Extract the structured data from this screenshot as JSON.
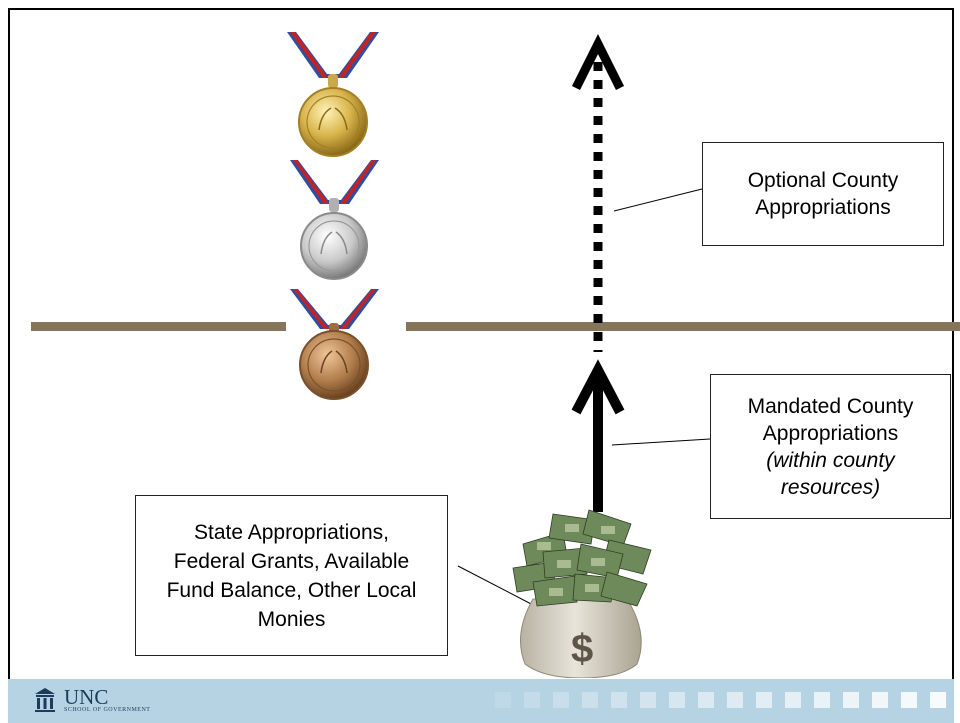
{
  "labels": {
    "optional": [
      "Optional County",
      "Appropriations"
    ],
    "mandated": [
      "Mandated County",
      "Appropriations"
    ],
    "mandated_italic": [
      "(within county",
      "resources)"
    ],
    "state": [
      "State Appropriations,",
      "Federal Grants, Available",
      "Fund Balance, Other Local",
      "Monies"
    ]
  },
  "bag_symbol": "$",
  "footer": {
    "logo_name": "UNC",
    "logo_sub": "SCHOOL OF GOVERNMENT"
  },
  "colors": {
    "divider": "#85755a",
    "footer_bg": "#b6d3e4",
    "gold": "#d6b64a",
    "silver": "#c9c9c9",
    "bronze": "#b07c4a"
  },
  "icons": [
    "gold-medal-icon",
    "silver-medal-icon",
    "bronze-medal-icon",
    "money-bag-icon",
    "unc-building-icon"
  ]
}
